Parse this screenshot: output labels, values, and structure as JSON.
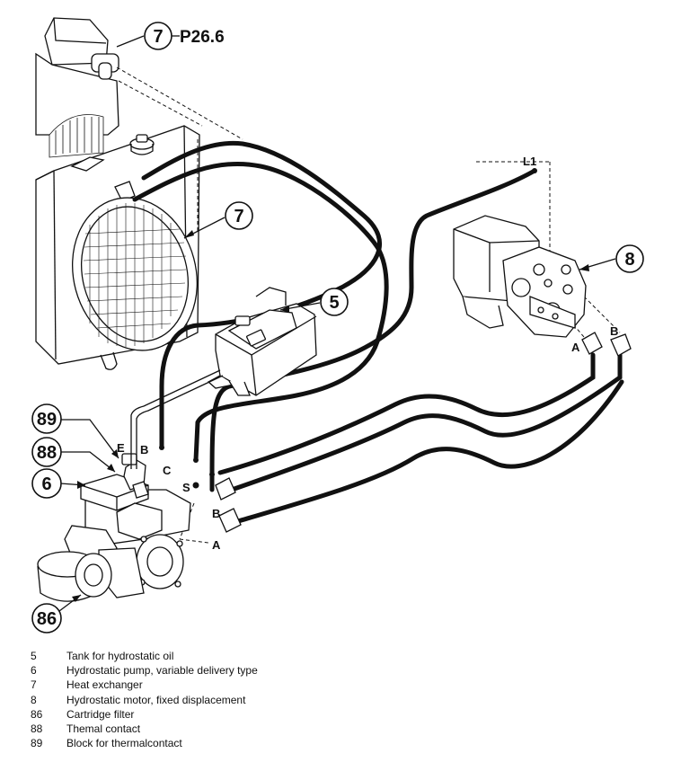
{
  "callouts": [
    "7",
    "7",
    "5",
    "8",
    "89",
    "88",
    "6",
    "86"
  ],
  "reference": "P26.6",
  "ports": {
    "L1": "L1",
    "A_motor": "A",
    "B_motor": "B",
    "E": "E",
    "B_tank": "B",
    "C": "C",
    "S": "S",
    "B_pump": "B",
    "A_pump": "A"
  },
  "legend": [
    {
      "num": "5",
      "text": "Tank for hydrostatic oil"
    },
    {
      "num": "6",
      "text": "Hydrostatic pump, variable delivery type"
    },
    {
      "num": "7",
      "text": "Heat exchanger"
    },
    {
      "num": "8",
      "text": "Hydrostatic motor, fixed displacement"
    },
    {
      "num": "86",
      "text": "Cartridge filter"
    },
    {
      "num": "88",
      "text": "Themal contact"
    },
    {
      "num": "89",
      "text": "Block for thermalcontact"
    }
  ]
}
